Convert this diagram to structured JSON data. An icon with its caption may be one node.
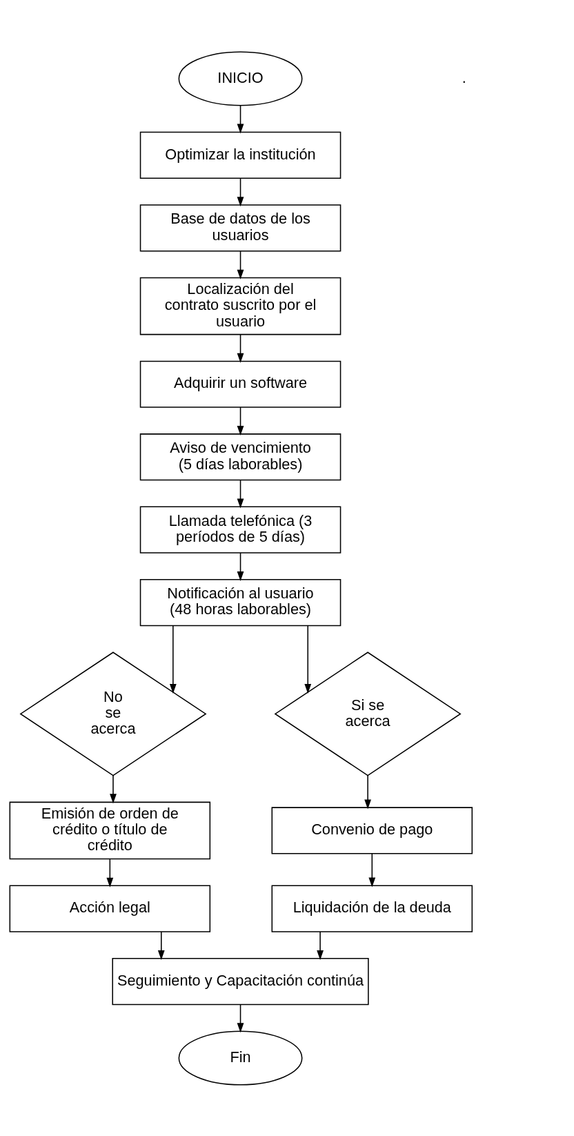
{
  "diagram": {
    "nodes": [
      {
        "text": [
          "INICIO"
        ]
      },
      {
        "text": [
          "Optimizar la institución"
        ]
      },
      {
        "text": [
          "Base de datos de los usuarios"
        ]
      },
      {
        "text": [
          "Localización del contrato suscrito por el usuario"
        ]
      },
      {
        "text": [
          "Adquirir un software"
        ]
      },
      {
        "text": [
          "Aviso de vencimiento (5 días laborables)"
        ]
      },
      {
        "text": [
          "Llamada telefónica (3 períodos de 5 días)"
        ]
      },
      {
        "text": [
          "Notificación al usuario (48 horas laborables)"
        ]
      },
      {
        "text": [
          "No se acerca"
        ]
      },
      {
        "text": [
          "Si se acerca"
        ]
      },
      {
        "text": [
          "Emisión de orden de crédito o título de crédito"
        ]
      },
      {
        "text": [
          "Convenio de pago"
        ]
      },
      {
        "text": [
          "Acción legal"
        ]
      },
      {
        "text": [
          "Liquidación de la deuda"
        ]
      },
      {
        "text": [
          "Seguimiento y Capacitación continúa"
        ]
      },
      {
        "text": [
          "Fin"
        ]
      }
    ],
    "edges": [
      {
        "from": 0,
        "to": 1,
        "arrow": "to"
      },
      {
        "from": 1,
        "to": 2,
        "arrow": "to"
      },
      {
        "from": 2,
        "to": 3,
        "arrow": "to"
      },
      {
        "from": 3,
        "to": 4,
        "arrow": "to"
      },
      {
        "from": 4,
        "to": 5,
        "arrow": "to"
      },
      {
        "from": 5,
        "to": 6,
        "arrow": "to"
      },
      {
        "from": 6,
        "to": 7,
        "arrow": "to"
      },
      {
        "from": 7,
        "to": 8,
        "arrow": "to"
      },
      {
        "from": 7,
        "to": 9,
        "arrow": "to"
      },
      {
        "from": 8,
        "to": 10,
        "arrow": "to"
      },
      {
        "from": 9,
        "to": 11,
        "arrow": "to"
      },
      {
        "from": 10,
        "to": 12,
        "arrow": "to"
      },
      {
        "from": 11,
        "to": 13,
        "arrow": "to"
      },
      {
        "from": 12,
        "to": 14,
        "arrow": "to"
      },
      {
        "from": 13,
        "to": 14,
        "arrow": "to"
      },
      {
        "from": 14,
        "to": 15,
        "arrow": "to"
      }
    ],
    "labels": [
      "."
    ]
  }
}
